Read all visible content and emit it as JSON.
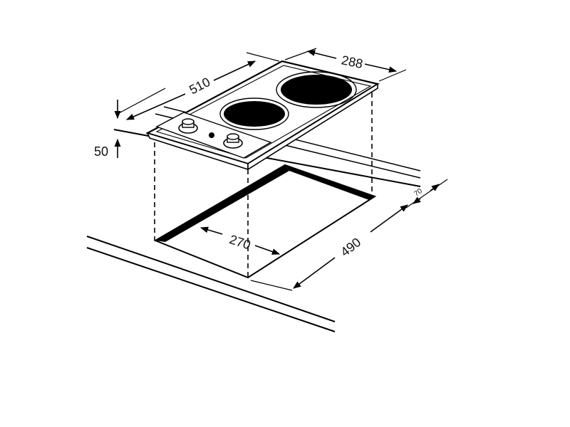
{
  "colors": {
    "ink": "#000000",
    "paper": "#ffffff"
  },
  "dimensions": {
    "width_top": "510",
    "depth_top": "288",
    "height": "50",
    "clearance": "70",
    "cutout_width": "270",
    "cutout_depth": "490"
  },
  "icons": [
    "control-knob-icon",
    "indicator-light-icon",
    "hotplate-icon"
  ]
}
